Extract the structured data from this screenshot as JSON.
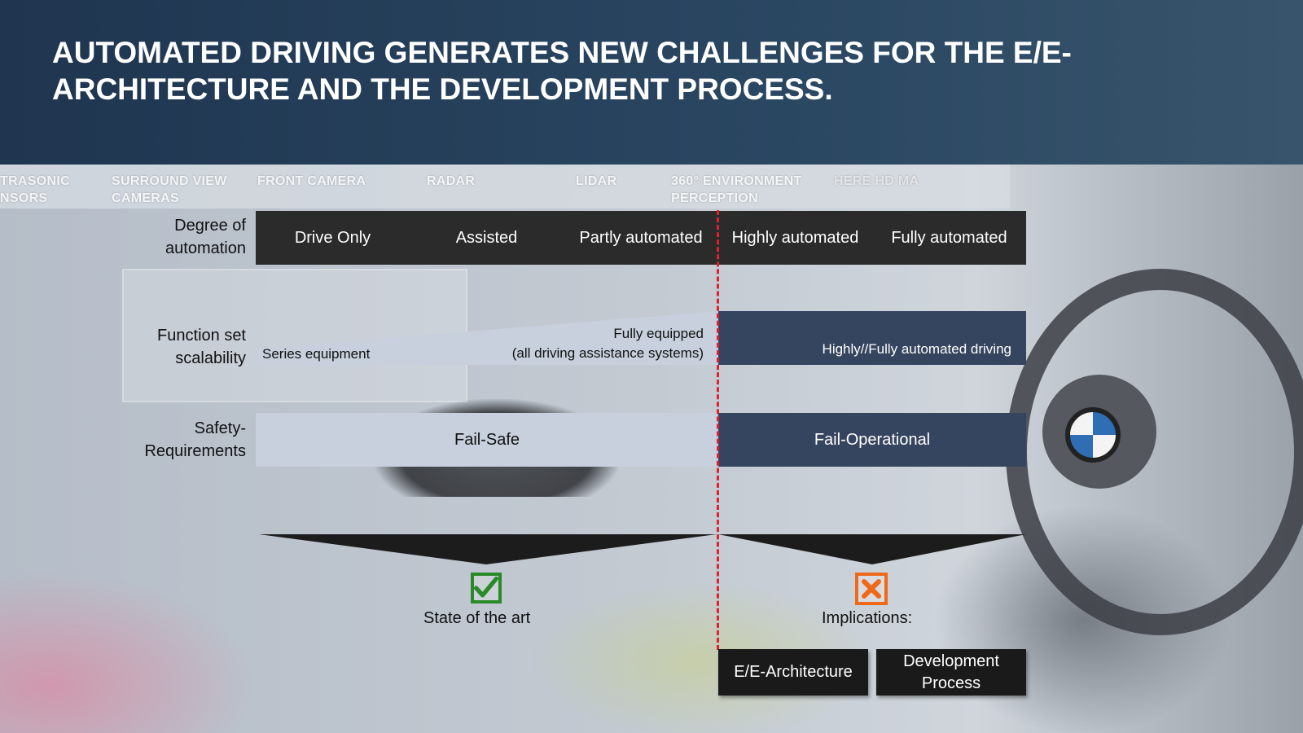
{
  "title": "AUTOMATED DRIVING GENERATES NEW CHALLENGES FOR THE E/E-ARCHITECTURE AND THE DEVELOPMENT PROCESS.",
  "sensors": [
    {
      "label": "TRASONIC NSORS"
    },
    {
      "label": "SURROUND VIEW CAMERAS"
    },
    {
      "label": "FRONT CAMERA"
    },
    {
      "label": "RADAR"
    },
    {
      "label": "LIDAR"
    },
    {
      "label": "360° ENVIRONMENT PERCEPTION"
    },
    {
      "label": "HERE HD MA"
    }
  ],
  "rows": {
    "degree": "Degree of automation",
    "function": "Function set scalability",
    "safety": "Safety-Requirements"
  },
  "levels": [
    "Drive Only",
    "Assisted",
    "Partly automated",
    "Highly automated",
    "Fully automated"
  ],
  "function_set": {
    "series": "Series equipment",
    "fully_equipped": "Fully equipped\n(all driving assistance systems)",
    "highly_fully": "Highly//Fully automated driving"
  },
  "safety": {
    "left": "Fail-Safe",
    "right": "Fail-Operational"
  },
  "results": {
    "left_label": "State of the art",
    "right_label": "Implications:",
    "boxes": [
      "E/E-Architecture",
      "Development Process"
    ]
  },
  "colors": {
    "header": "#1f3550",
    "dark_bar": "#2b2b2b",
    "light_bar": "#c7d0dc",
    "navy_bar": "#36455f",
    "divider": "#e0202a",
    "check": "#2a8a2a",
    "cross": "#ee6a1a"
  },
  "icons": {
    "left": "checkmark-icon",
    "right": "cross-icon"
  }
}
